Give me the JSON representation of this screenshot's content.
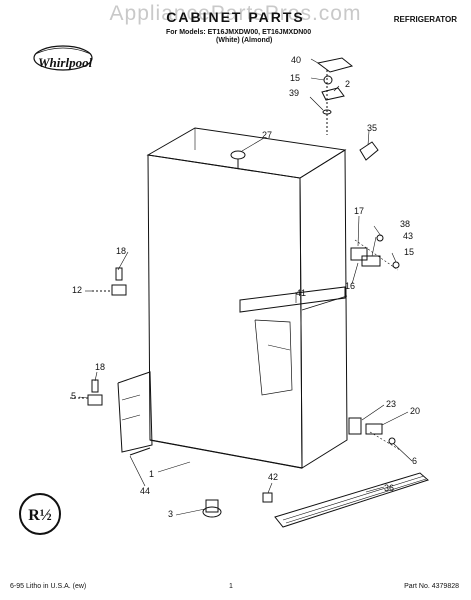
{
  "header": {
    "watermark": "AppliancePartsPros.com",
    "title": "CABINET PARTS",
    "category": "REFRIGERATOR",
    "models_line": "For Models: ET16JMXDW00, ET16JMXDN00",
    "colors_line": "(White)          (Almond)"
  },
  "brand": {
    "name": "Whirlpool"
  },
  "callouts": [
    "40",
    "15",
    "2",
    "39",
    "35",
    "27",
    "17",
    "38",
    "43",
    "15",
    "18",
    "12",
    "16",
    "41",
    "18",
    "5",
    "23",
    "20",
    "1",
    "6",
    "44",
    "42",
    "36",
    "3"
  ],
  "badge": {
    "text": "R½"
  },
  "footer": {
    "left": "6-95  Litho in U.S.A. (ew)",
    "center": "1",
    "right": "Part No. 4379828"
  },
  "colors": {
    "ink": "#111111",
    "watermark": "#c9c9c9"
  }
}
